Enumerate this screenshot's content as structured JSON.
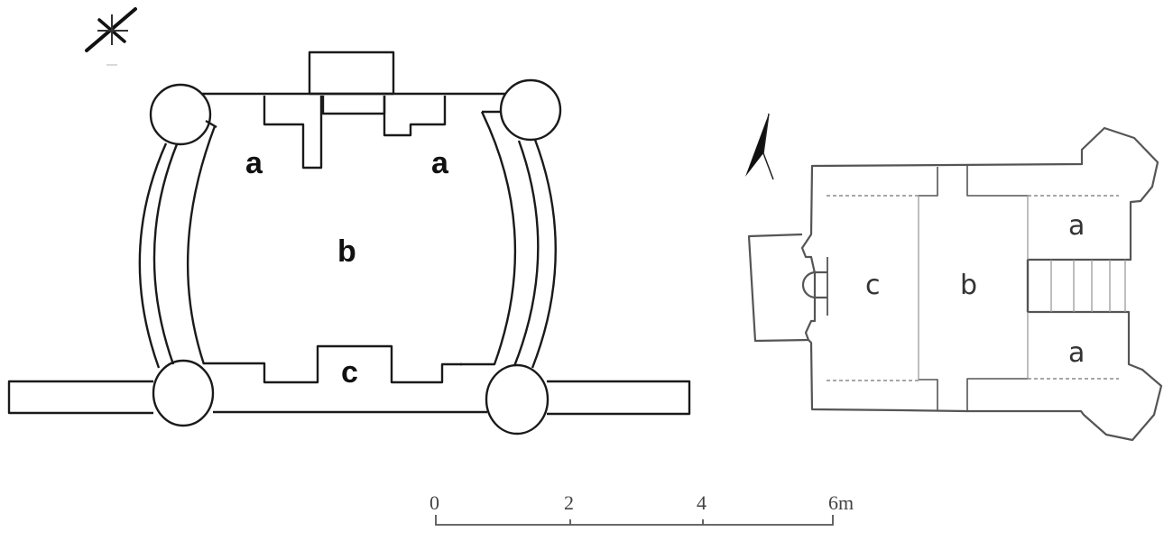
{
  "figure": {
    "left_plan": {
      "labels": {
        "a_left": "a",
        "a_right": "a",
        "b": "b",
        "c": "c"
      },
      "compass": "north-arrow-star"
    },
    "right_plan": {
      "labels": {
        "a_top": "a",
        "a_bottom": "a",
        "b": "b",
        "c": "c"
      },
      "compass": "north-arrow"
    },
    "scale_bar": {
      "ticks": [
        "0",
        "2",
        "4",
        "6m"
      ],
      "unit": "m"
    }
  }
}
